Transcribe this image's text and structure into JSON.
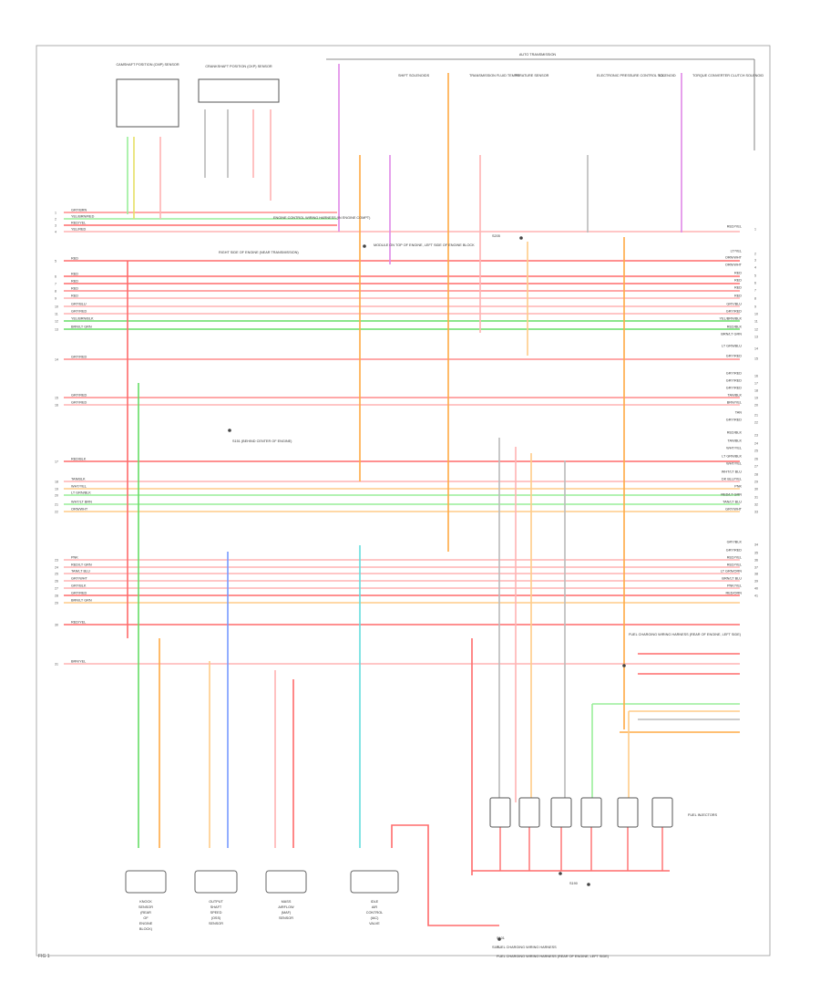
{
  "page_id": "FIG 1",
  "colors": {
    "red": "#ff6b6b",
    "pink": "#ffb3b3",
    "lightred": "#ff8c8c",
    "green": "#66dd66",
    "lightgreen": "#99ee99",
    "orange": "#ffaa44",
    "lightorange": "#ffcc88",
    "yellow": "#e6e066",
    "blue": "#7799ff",
    "cyan": "#66dddd",
    "violet": "#e088e8",
    "gray": "#bbbbbb"
  },
  "left_wires": [
    {
      "label": "GRY/BRN",
      "pin": "1",
      "color": "lightred"
    },
    {
      "label": "YEL/BRN/RED",
      "pin": "2",
      "color": "lightgreen"
    },
    {
      "label": "RED/YEL",
      "pin": "3",
      "color": "red"
    },
    {
      "label": "YEL/RED",
      "pin": "4",
      "color": "pink"
    },
    {
      "label": "RED",
      "pin": "5",
      "color": "red"
    },
    {
      "label": "RED",
      "pin": "6",
      "color": "red"
    },
    {
      "label": "RED",
      "pin": "7",
      "color": "red"
    },
    {
      "label": "RED",
      "pin": "8",
      "color": "lightred"
    },
    {
      "label": "RED",
      "pin": "9",
      "color": "pink"
    },
    {
      "label": "GRY/BLU",
      "pin": "10",
      "color": "pink"
    },
    {
      "label": "GRY/RED",
      "pin": "11",
      "color": "pink"
    },
    {
      "label": "YEL/BRN/BLK",
      "pin": "12",
      "color": "green"
    },
    {
      "label": "BRN/LT GRN",
      "pin": "13",
      "color": "green"
    },
    {
      "label": "GRY/RED",
      "pin": "14",
      "color": "lightred"
    },
    {
      "label": "GRY/RED",
      "pin": "15",
      "color": "lightred"
    },
    {
      "label": "GRY/RED",
      "pin": "16",
      "color": "pink"
    },
    {
      "label": "RED/BLK",
      "pin": "17",
      "color": "red"
    },
    {
      "label": "TAN/BLK",
      "pin": "18",
      "color": "pink"
    },
    {
      "label": "WHT/YEL",
      "pin": "19",
      "color": "lightorange"
    },
    {
      "label": "LT GRN/BLK",
      "pin": "20",
      "color": "lightgreen"
    },
    {
      "label": "WHT/LT BRN",
      "pin": "21",
      "color": "lightgreen"
    },
    {
      "label": "ORN/WHT",
      "pin": "22",
      "color": "lightorange"
    },
    {
      "label": "PNK",
      "pin": "23",
      "color": "pink"
    },
    {
      "label": "RED/LT GRN",
      "pin": "24",
      "color": "pink"
    },
    {
      "label": "TAN/LT BLU",
      "pin": "25",
      "color": "pink"
    },
    {
      "label": "GRY/WHT",
      "pin": "26",
      "color": "pink"
    },
    {
      "label": "GRY/BLK",
      "pin": "27",
      "color": "pink"
    },
    {
      "label": "GRY/RED",
      "pin": "28",
      "color": "red"
    },
    {
      "label": "BRN/LT GRN",
      "pin": "29",
      "color": "lightorange"
    },
    {
      "label": "RED/YEL",
      "pin": "30",
      "color": "red"
    },
    {
      "label": "BRN/YEL",
      "pin": "31",
      "color": "pink"
    }
  ],
  "right_wires": [
    {
      "label": "RED/YEL",
      "pin": "1"
    },
    {
      "label": "LT/YEL",
      "pin": "2"
    },
    {
      "label": "ORN/WHT",
      "pin": "3"
    },
    {
      "label": "ORN/WHT",
      "pin": "4"
    },
    {
      "label": "RED",
      "pin": "5"
    },
    {
      "label": "RED",
      "pin": "6"
    },
    {
      "label": "RED",
      "pin": "7"
    },
    {
      "label": "RED",
      "pin": "8"
    },
    {
      "label": "GRY/BLU",
      "pin": "9"
    },
    {
      "label": "GRY/RED",
      "pin": "10"
    },
    {
      "label": "YEL/BRN/BLK",
      "pin": "11"
    },
    {
      "label": "RED/BLK",
      "pin": "12"
    },
    {
      "label": "BRN/LT GRN",
      "pin": "13"
    },
    {
      "label": "LT GRN/BLU",
      "pin": "14"
    },
    {
      "label": "GRY/RED",
      "pin": "15"
    },
    {
      "label": "GRY/RED",
      "pin": "16"
    },
    {
      "label": "GRY/RED",
      "pin": "17"
    },
    {
      "label": "GRY/RED",
      "pin": "18"
    },
    {
      "label": "TAN/BLK",
      "pin": "19"
    },
    {
      "label": "BRN/YEL",
      "pin": "20"
    },
    {
      "label": "TAN",
      "pin": "21"
    },
    {
      "label": "GRY/RED",
      "pin": "22"
    },
    {
      "label": "RED/BLK",
      "pin": "23"
    },
    {
      "label": "TAN/BLK",
      "pin": "24"
    },
    {
      "label": "WHT/YEL",
      "pin": "25"
    },
    {
      "label": "LT GRN/BLK",
      "pin": "26"
    },
    {
      "label": "WHT/YEL",
      "pin": "27"
    },
    {
      "label": "WHT/LT BLU",
      "pin": "28"
    },
    {
      "label": "DK BLU/YEL",
      "pin": "29"
    },
    {
      "label": "PNK",
      "pin": "30"
    },
    {
      "label": "RED/LT GRN",
      "pin": "31"
    },
    {
      "label": "TAN/LT BLU",
      "pin": "32"
    },
    {
      "label": "GRY/WHT",
      "pin": "33"
    },
    {
      "label": "GRY/BLK",
      "pin": "34"
    },
    {
      "label": "GRY/RED",
      "pin": "35"
    },
    {
      "label": "RED/YEL",
      "pin": "36"
    },
    {
      "label": "RED/YEL",
      "pin": "37"
    },
    {
      "label": "LT GRN/ORN",
      "pin": "38"
    },
    {
      "label": "BRN/LT BLU",
      "pin": "39"
    },
    {
      "label": "PNK/YEL",
      "pin": "40"
    },
    {
      "label": "RED/ORN",
      "pin": "41"
    }
  ],
  "top_components": [
    {
      "id": "tc1",
      "label": "CAMSHAFT POSITION (CMP) SENSOR"
    },
    {
      "id": "tc2",
      "label": "CRANKSHAFT POSITION (CKP) SENSOR"
    },
    {
      "id": "tc3",
      "label": "AUTO TRANSMISSION"
    }
  ],
  "trans_subcomponents": [
    {
      "label": "SHIFT SOLENOIDS"
    },
    {
      "label": "TRANSMISSION FLUID TEMPERATURE SENSOR"
    },
    {
      "label": "TR"
    },
    {
      "label": "ELECTRONIC PRESSURE CONTROL SOLENOID"
    },
    {
      "label": "TCC"
    },
    {
      "label": "TORQUE CONVERTER CLUTCH SOLENOID"
    }
  ],
  "notes": [
    {
      "id": "n1",
      "text": "ENGINE CONTROL WIRING HARNESS (IN ENGINE COMPT)"
    },
    {
      "id": "n2",
      "text": "RIGHT SIDE OF ENGINE (NEAR TRANSMISSION)"
    },
    {
      "id": "n3",
      "text": "MODULE ON TOP OF ENGINE, LEFT SIDE OF ENGINE BLOCK"
    },
    {
      "id": "n4",
      "text": "S151 (BEHIND CENTER OF ENGINE)"
    },
    {
      "id": "n5",
      "text": "FUEL CHARGING WIRING HARNESS (REAR OF ENGINE, LEFT SIDE)"
    },
    {
      "id": "n6",
      "text": "S205"
    },
    {
      "id": "n7",
      "text": "S101"
    },
    {
      "id": "n8",
      "text": "FUEL CHARGING WIRING HARNESS (REAR OF ENGINE, LEFT SIDE)"
    }
  ],
  "bottom_components": [
    {
      "id": "bc1",
      "label": "KNOCK SENSOR (REAR OF ENGINE BLOCK)"
    },
    {
      "id": "bc2",
      "label": "OUTPUT SHAFT SPEED (OSS) SENSOR"
    },
    {
      "id": "bc3",
      "label": "MASS AIRFLOW (MAF) SENSOR"
    },
    {
      "id": "bc4",
      "label": "IDLE AIR CONTROL (IAC) VALVE"
    }
  ],
  "injectors": [
    {
      "label": "FUEL INJECTORS"
    }
  ],
  "bottom_notes": [
    {
      "text": "S101"
    },
    {
      "text": "FUEL CHARGING WIRING HARNESS"
    },
    {
      "text": "S190"
    }
  ]
}
